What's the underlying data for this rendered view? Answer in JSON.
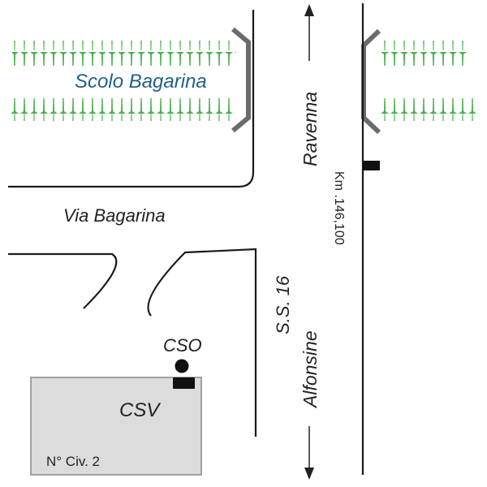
{
  "labels": {
    "canal": "Scolo Bagarina",
    "side_road": "Via Bagarina",
    "direction_north": "Ravenna",
    "direction_south": "Alfonsine",
    "highway": "S.S. 16",
    "km_marker": "Km .146,100",
    "cso": "CSO",
    "csv": "CSV",
    "house_number": "N° Civ. 2"
  },
  "colors": {
    "vegetation": "#4caf50",
    "canal_label": "#1f5f8b",
    "building_fill": "#dcdcdc",
    "bridge": "#6b6b6b"
  }
}
